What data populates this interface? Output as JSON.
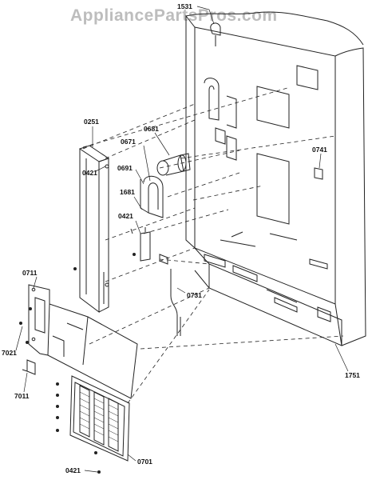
{
  "watermark": "AppliancePartsPros.com",
  "callouts": {
    "c1531": "1531",
    "c0251": "0251",
    "c0681": "0681",
    "c0671": "0671",
    "c0741": "0741",
    "c0691": "0691",
    "c0421_top": "0421",
    "c1681": "1681",
    "c0421_mid": "0421",
    "c0711": "0711",
    "c0731": "0731",
    "c7021": "7021",
    "c1751": "1751",
    "c7011": "7011",
    "c0701": "0701",
    "c0421_bottom": "0421"
  },
  "colors": {
    "line": "#222222",
    "watermark": "#bdbdbd",
    "background": "#ffffff"
  }
}
